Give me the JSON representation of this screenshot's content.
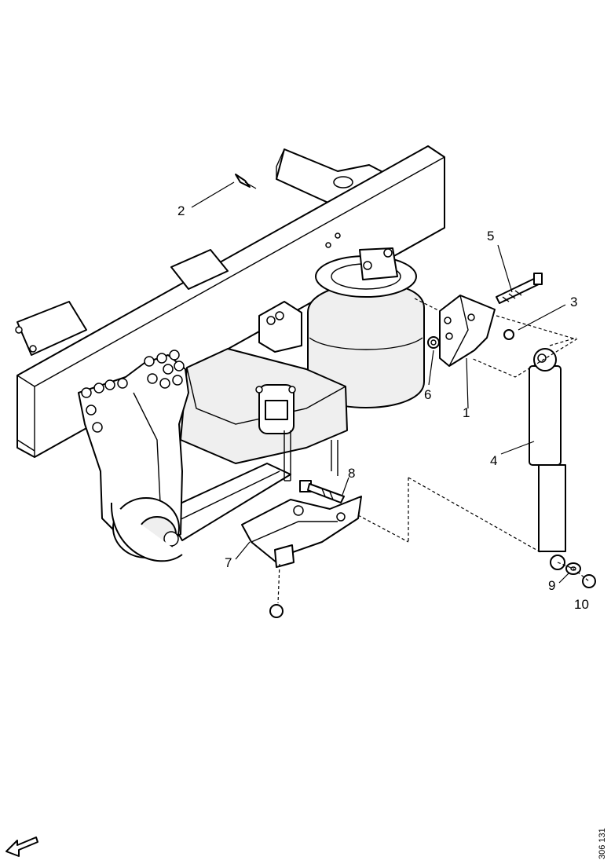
{
  "callouts": {
    "c1": "1",
    "c2": "2",
    "c3": "3",
    "c4": "4",
    "c5": "5",
    "c6": "6",
    "c7": "7",
    "c8": "8",
    "c9": "9",
    "c10": "10"
  },
  "figure_code": "306 131",
  "icons": {
    "orientation_arrow": "front-direction-arrow-icon"
  }
}
